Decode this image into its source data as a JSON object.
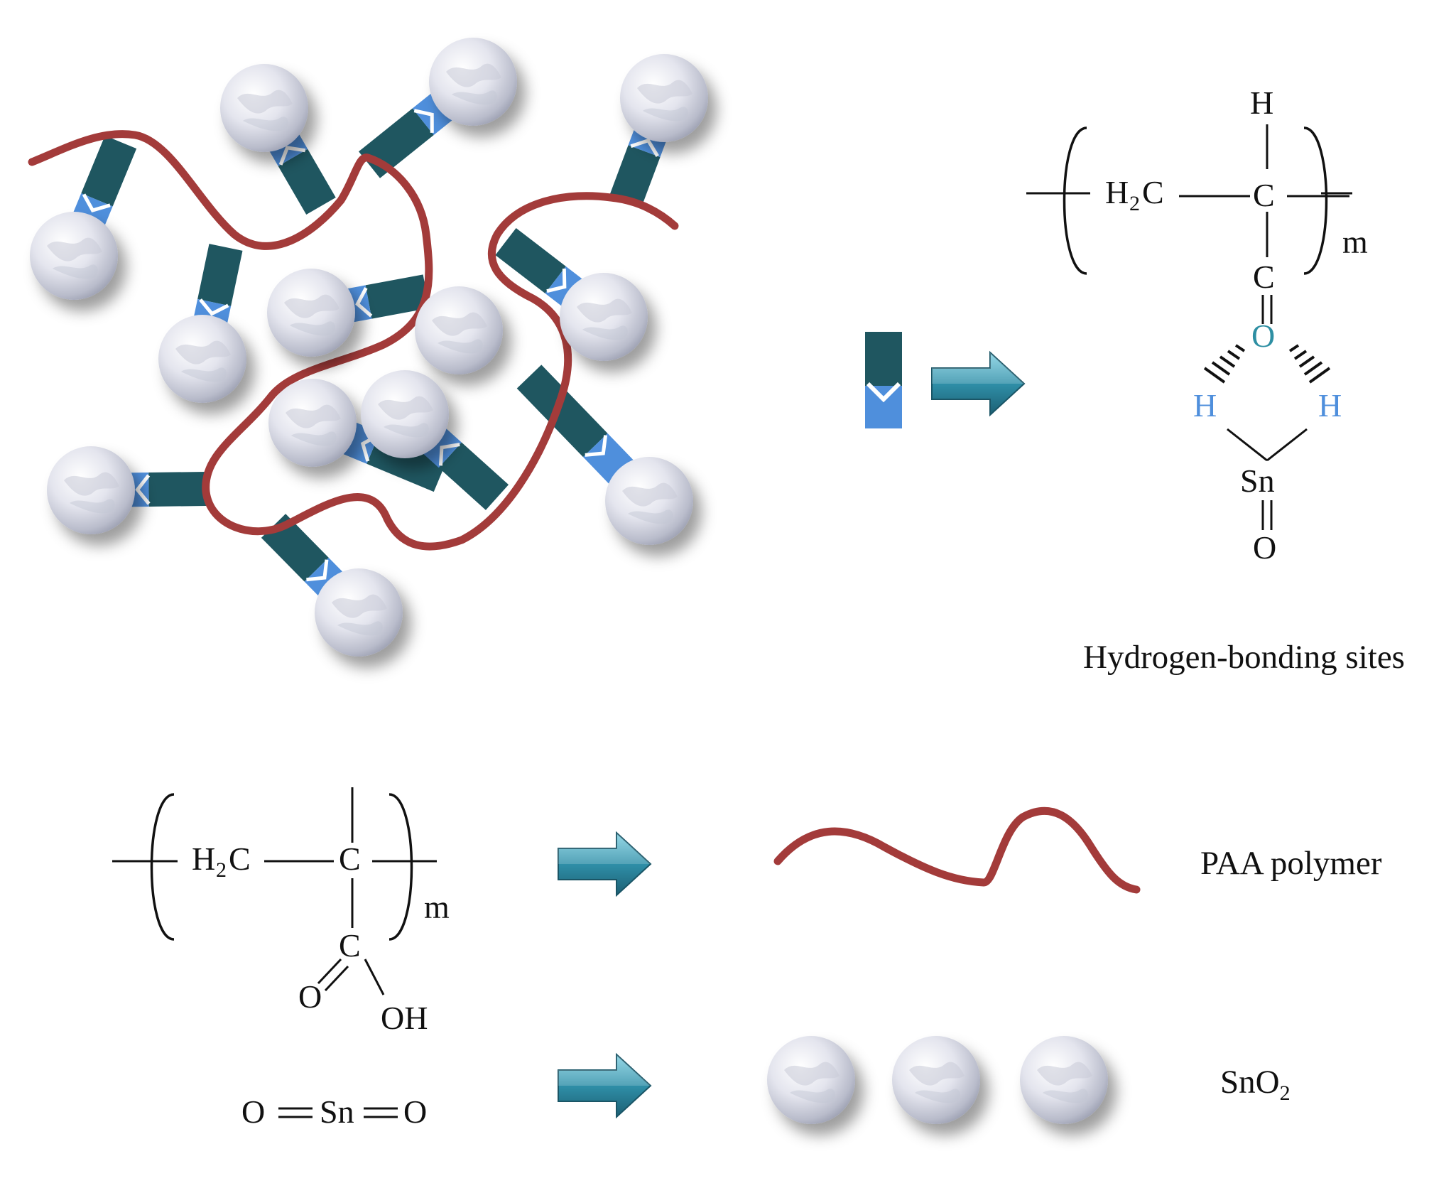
{
  "colors": {
    "polymer": "#a33b3a",
    "linker_dark": "#1f5660",
    "linker_light": "#4f8fdc",
    "arrow": "#2f8fa8",
    "highlight_blue": "#4f8fdc",
    "oxygen_teal": "#2e8fa3",
    "bond": "#111111"
  },
  "legend": {
    "hydrogen_bonding_caption": "Hydrogen-bonding sites",
    "paa_caption": "PAA polymer",
    "sno2_caption_main": "SnO",
    "sno2_caption_sub": "2"
  },
  "structure_hbond": {
    "h_top": "H",
    "ch2": "H",
    "ch2_sub": "2",
    "ch2_c": "C",
    "c_center": "C",
    "m": "m",
    "c_carbonyl": "C",
    "o_carbonyl": "O",
    "h_left": "H",
    "h_right": "H",
    "sn": "Sn",
    "o_bottom": "O"
  },
  "structure_paa": {
    "ch2": "H",
    "ch2_sub": "2",
    "ch2_c": "C",
    "c_center": "C",
    "m": "m",
    "c_carboxyl": "C",
    "o_double": "O",
    "oh": "OH"
  },
  "structure_sno2": {
    "o_left": "O",
    "sn": "Sn",
    "o_right": "O"
  },
  "icons": [
    "nanoparticle-icon",
    "linker-icon",
    "block-arrow-icon",
    "polymer-chain-icon"
  ]
}
